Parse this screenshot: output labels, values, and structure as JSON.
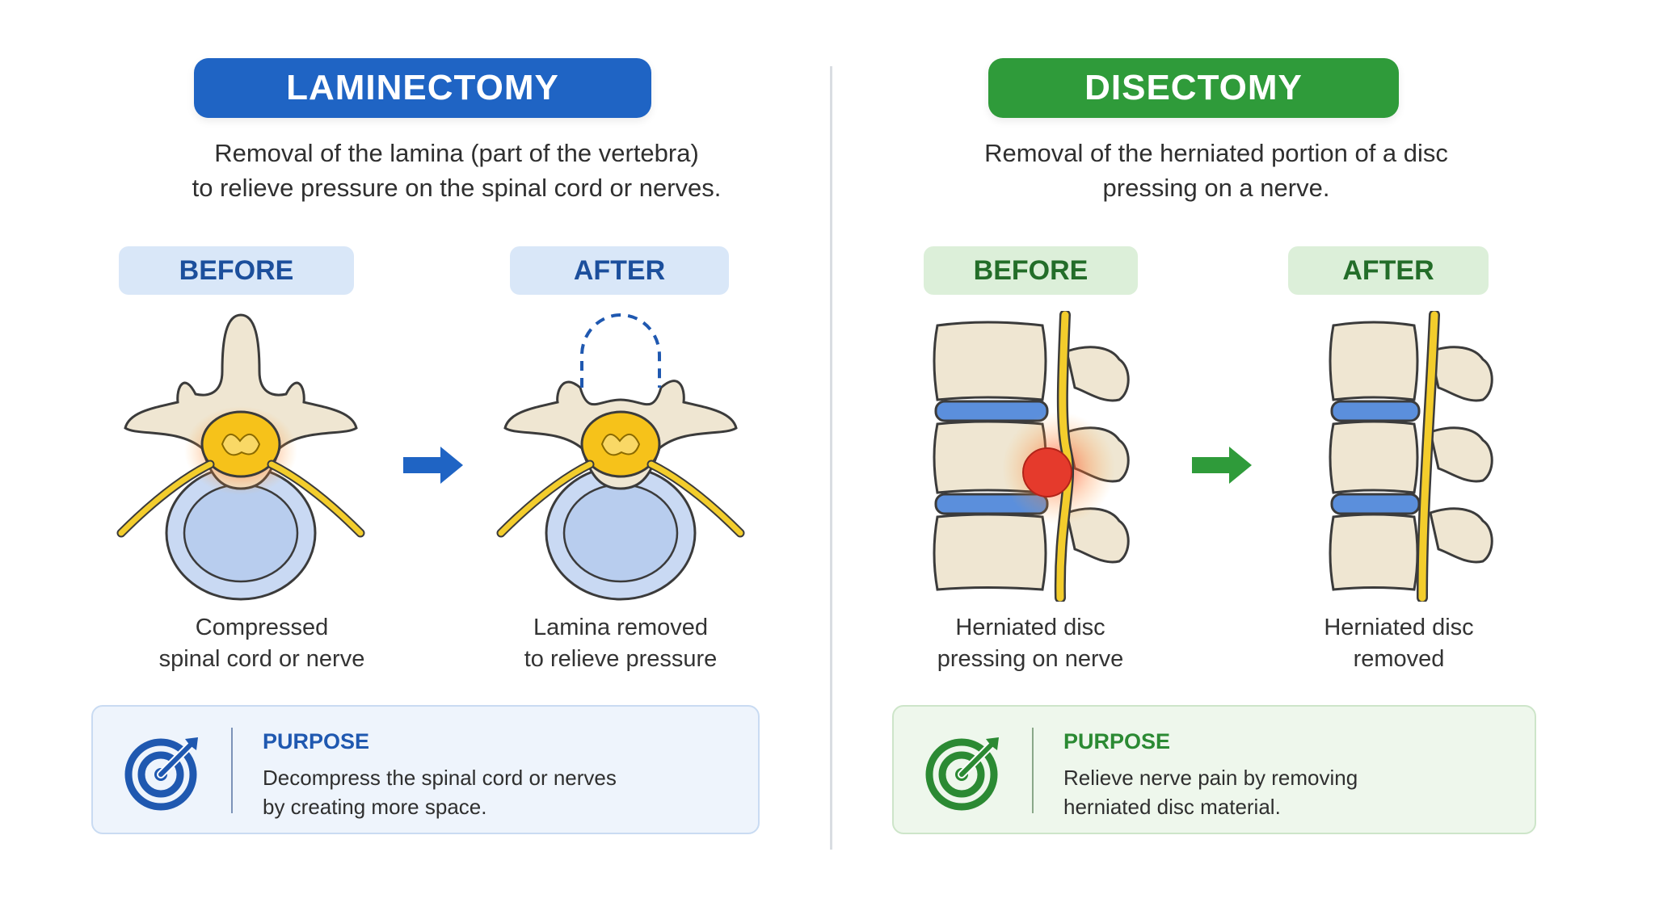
{
  "colors": {
    "laminectomy_accent": "#1f64c4",
    "disectomy_accent": "#2f9b3a",
    "bone": "#efe6d2",
    "nerve": "#f2c51c",
    "disc": "#5b8fdc",
    "inflammation": "#e53a2c"
  },
  "laminectomy": {
    "title": "LAMINECTOMY",
    "description_lines": [
      "Removal of the lamina (part of the vertebra)",
      "to relieve pressure on the spinal cord or nerves."
    ],
    "before": {
      "tag": "BEFORE",
      "caption_lines": [
        "Compressed",
        "spinal cord or nerve"
      ]
    },
    "after": {
      "tag": "AFTER",
      "caption_lines": [
        "Lamina removed",
        "to relieve pressure"
      ]
    },
    "arrow_icon": "arrow-right-icon",
    "purpose": {
      "icon": "target-icon",
      "title": "PURPOSE",
      "text_lines": [
        "Decompress the spinal cord or nerves",
        "by creating more space."
      ]
    }
  },
  "disectomy": {
    "title": "DISECTOMY",
    "description_lines": [
      "Removal of the herniated portion of a disc",
      "pressing on a nerve."
    ],
    "before": {
      "tag": "BEFORE",
      "caption_lines": [
        "Herniated disc",
        "pressing on nerve"
      ]
    },
    "after": {
      "tag": "AFTER",
      "caption_lines": [
        "Herniated disc",
        "removed"
      ]
    },
    "arrow_icon": "arrow-right-icon",
    "purpose": {
      "icon": "target-icon",
      "title": "PURPOSE",
      "text_lines": [
        "Relieve nerve pain by removing",
        "herniated disc material."
      ]
    }
  }
}
